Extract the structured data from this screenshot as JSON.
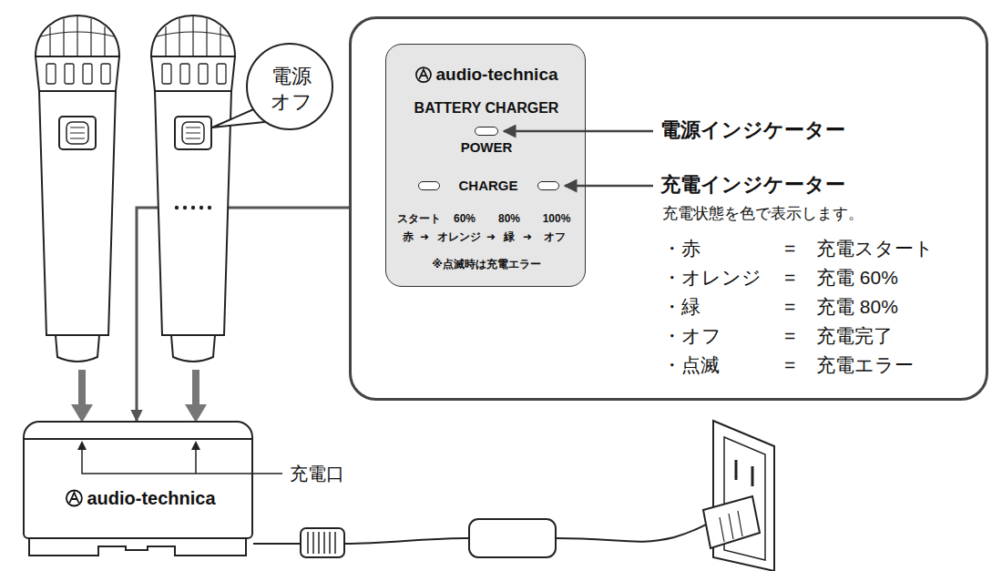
{
  "diagram": {
    "nodes": [
      {
        "text": [
          "電源 オフ"
        ]
      },
      {
        "text": [
          "電源インジケーター",
          "充電インジケーター",
          "充電状態を色で表示します。",
          "・赤",
          "=",
          "充電スタート",
          "・オレンジ",
          "=",
          "充電 60%",
          "・緑",
          "=",
          "充電 80%",
          "・オフ",
          "=",
          "充電完了",
          "・点滅",
          "=",
          "充電エラー"
        ]
      },
      {
        "text": [
          "audio-technica",
          "BATTERY CHARGER",
          "POWER",
          "CHARGE",
          "スタート",
          "60%",
          "80%",
          "100%",
          "赤",
          "➜",
          "オレンジ",
          "➜",
          "緑",
          "➜",
          "オフ",
          "※点滅時は充電エラー"
        ],
        "in": 1
      },
      {
        "text": [
          "audio-technica"
        ]
      }
    ],
    "edges": [
      {
        "from": 1,
        "to": 3,
        "arrow": "to"
      }
    ],
    "labels": [
      "充電口"
    ]
  }
}
